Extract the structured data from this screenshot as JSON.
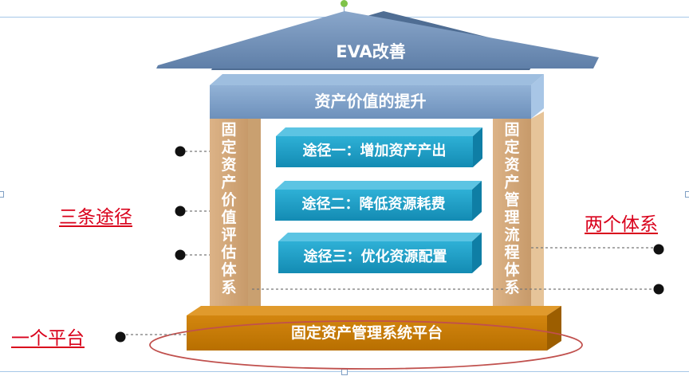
{
  "roof": {
    "title": "EVA改善"
  },
  "beam": {
    "title": "资产价值的提升"
  },
  "pillars": {
    "left": {
      "text": "固定资产价值评估体系"
    },
    "right": {
      "text": "固定资产管理流程体系"
    }
  },
  "paths": [
    {
      "label": "途径一：增加资产产出"
    },
    {
      "label": "途径二：降低资源耗费"
    },
    {
      "label": "途径三：优化资源配置"
    }
  ],
  "base": {
    "title": "固定资产管理系统平台"
  },
  "annotations": {
    "three_paths": "三条途径",
    "two_systems": "两个体系",
    "one_platform": "一个平台"
  },
  "colors": {
    "roof": "#6f8fb7",
    "beam": "#7ea0c8",
    "pillar": "#d2a77a",
    "path_box": "#1b9cc4",
    "base": "#c57800",
    "annotation": "#d9001b",
    "ellipse": "#c0504d"
  }
}
